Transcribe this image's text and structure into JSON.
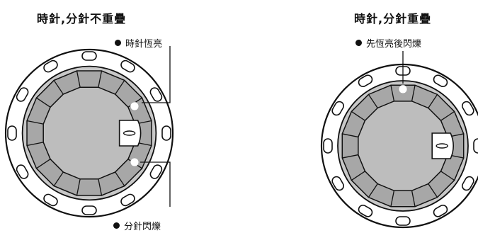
{
  "left_panel": {
    "title": "時針,分針不重疊",
    "callout_hour": "時針恆亮",
    "callout_minute": "分針閃爍"
  },
  "right_panel": {
    "title": "時針,分針重疊",
    "callout_overlap": "先恆亮後閃爍"
  },
  "colors": {
    "knob_body": "#ffffff",
    "ring_gray": "#c8c8c8",
    "face_gray": "#a7a7a7",
    "inner_gray": "#bdbdbd",
    "outline": "#111111",
    "light_dot": "#ffffff"
  }
}
